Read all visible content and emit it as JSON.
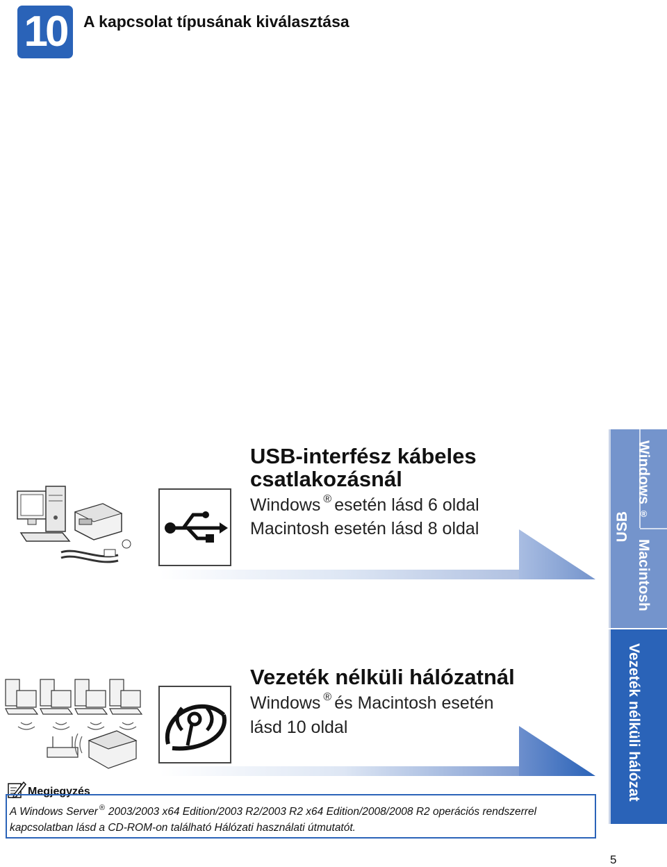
{
  "header": {
    "step_number": "10",
    "title": "A kapcsolat típusának kiválasztása"
  },
  "usb_section": {
    "title_line1": "USB-interfész kábeles",
    "title_line2": "csatlakozásnál",
    "windows_word": "Windows",
    "registered_mark": "®",
    "windows_rest": "esetén lásd 6 oldal",
    "mac_line": "Macintosh esetén lásd 8 oldal"
  },
  "wireless_section": {
    "title": "Vezeték nélküli hálózatnál",
    "windows_word": "Windows",
    "registered_mark": "®",
    "windows_rest": "és Macintosh esetén",
    "line2": "lásd 10 oldal"
  },
  "side_tabs": {
    "usb_label": "USB",
    "windows_label": "Windows",
    "registered_mark": "®",
    "macintosh_label": "Macintosh",
    "wireless_label": "Vezeték nélküli hálózat"
  },
  "note": {
    "heading": "Megjegyzés",
    "line1_a": "A Windows Server",
    "registered_mark": "®",
    "line1_b": "2003/2003 x64 Edition/2003 R2/2003 R2 x64 Edition/2008/2008 R2 operációs rendszerrel",
    "line2": "kapcsolatban lásd a CD-ROM-on található Hálózati használati útmutatót."
  },
  "footer": {
    "page_number": "5"
  },
  "colors": {
    "accent_blue": "#2a63b8",
    "tab_blue": "#3f74c4",
    "tab_light": "#7494cc",
    "strip_light": "#dde6f4"
  }
}
